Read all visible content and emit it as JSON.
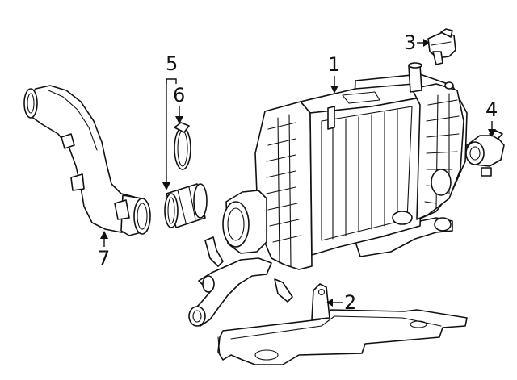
{
  "diagram": {
    "line_color": "#111111",
    "background": "#ffffff",
    "callouts": [
      {
        "id": "1",
        "label": "1"
      },
      {
        "id": "2",
        "label": "2"
      },
      {
        "id": "3",
        "label": "3"
      },
      {
        "id": "4",
        "label": "4"
      },
      {
        "id": "5",
        "label": "5"
      },
      {
        "id": "6",
        "label": "6"
      },
      {
        "id": "7",
        "label": "7"
      }
    ]
  }
}
